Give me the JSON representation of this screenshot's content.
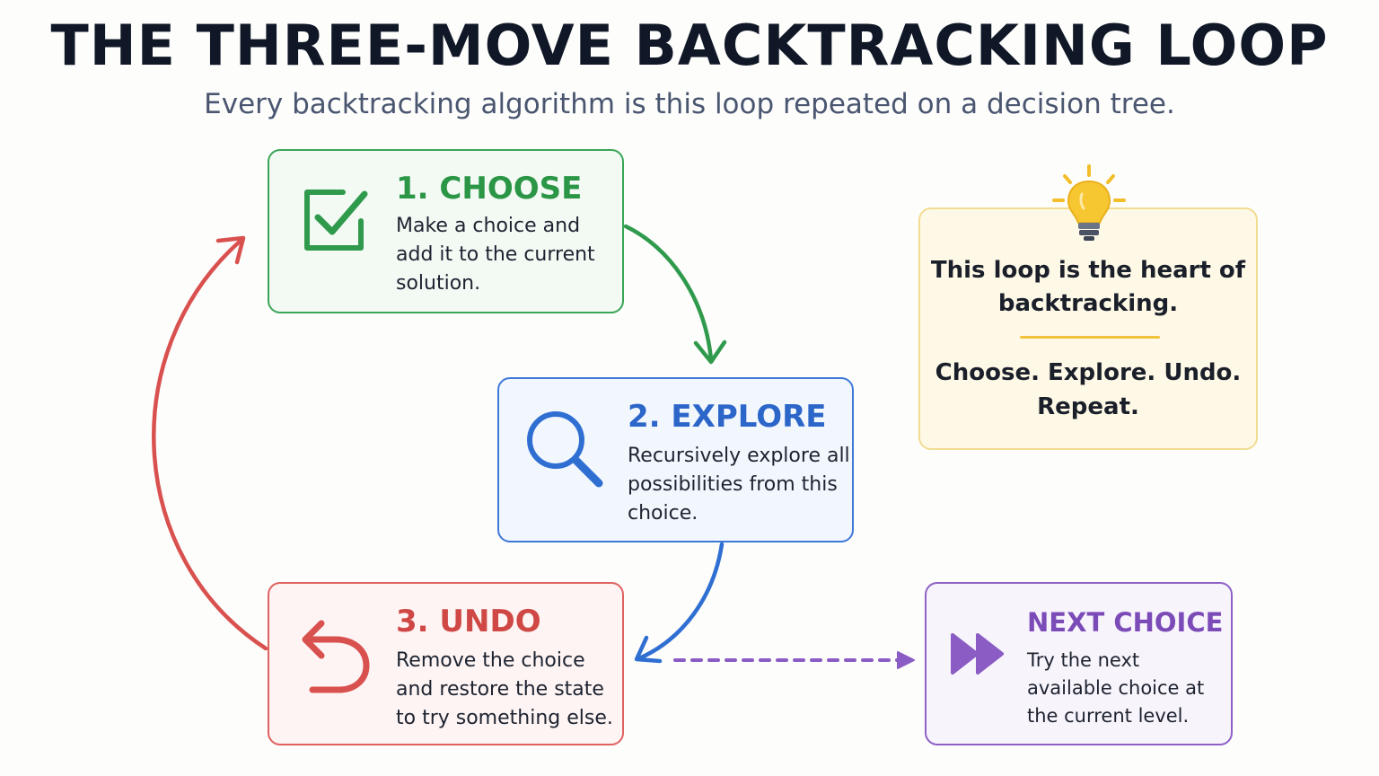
{
  "header": {
    "title": "THE THREE-MOVE BACKTRACKING LOOP",
    "subtitle": "Every backtracking algorithm is this loop repeated on a decision tree."
  },
  "steps": [
    {
      "heading": "1. CHOOSE",
      "body": "Make a choice and add it to the current solution.",
      "icon": "checkbox-icon",
      "color": "#2a9646"
    },
    {
      "heading": "2. EXPLORE",
      "body": "Recursively explore all possibilities from this choice.",
      "icon": "magnifier-icon",
      "color": "#2c66c9"
    },
    {
      "heading": "3. UNDO",
      "body": "Remove the choice and restore the state to try something else.",
      "icon": "undo-arrow-icon",
      "color": "#cf4845"
    }
  ],
  "next_choice": {
    "heading": "NEXT CHOICE",
    "body": "Try the next available choice at the current level.",
    "icon": "fast-forward-icon",
    "color": "#7b4bb8"
  },
  "insight": {
    "line1": "This loop is the heart of backtracking.",
    "line2": "Choose. Explore. Undo. Repeat.",
    "icon": "lightbulb-icon",
    "accent": "#f2c33a"
  }
}
